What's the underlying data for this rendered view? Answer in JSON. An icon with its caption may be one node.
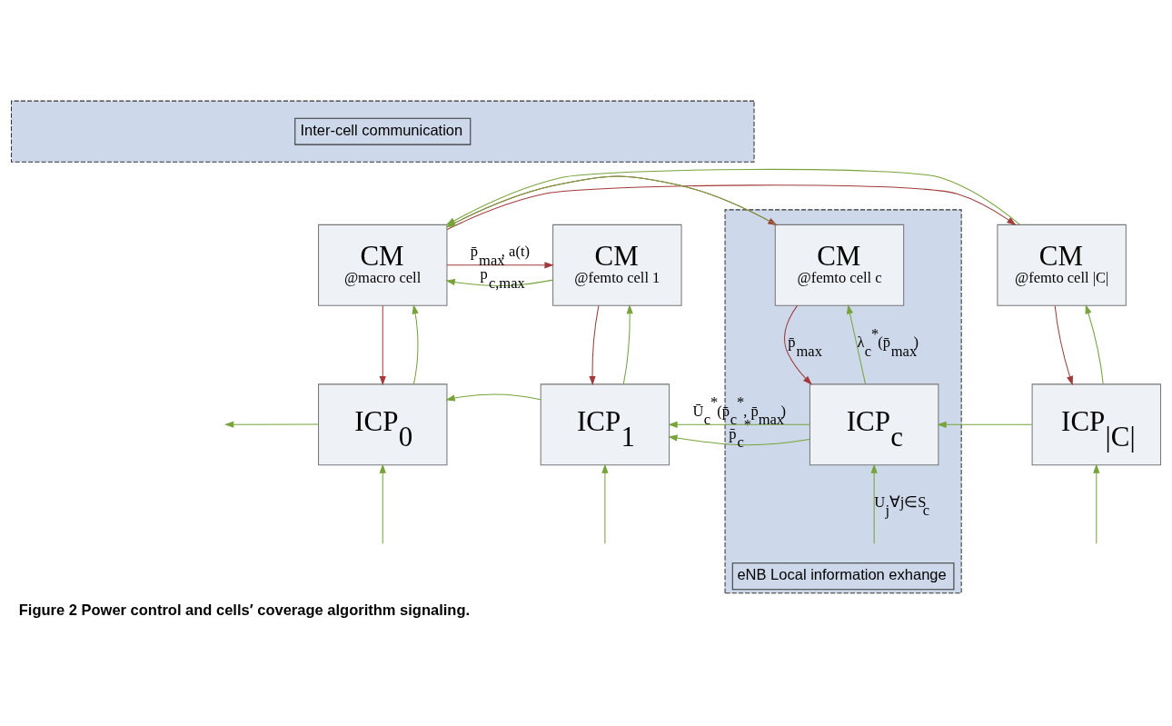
{
  "diagram": {
    "caption": "Figure 2 Power control and cells′ coverage algorithm signaling.",
    "nodes": [
      {
        "text": [
          "Inter-cell communication"
        ]
      },
      {
        "text": [
          "CM",
          "@macro cell"
        ]
      },
      {
        "text": [
          "CM",
          "@femto cell 1"
        ]
      },
      {
        "text": [
          "eNB Local information exhange"
        ]
      },
      {
        "text": [
          "CM",
          "@femto cell c"
        ],
        "in": 3
      },
      {
        "text": [
          "CM",
          "@femto cell |C|"
        ]
      },
      {
        "text": [
          "ICP$_{0}$"
        ]
      },
      {
        "text": [
          "ICP$_{1}$"
        ]
      },
      {
        "text": [
          "ICP$_{c}$"
        ],
        "in": 3
      },
      {
        "text": [
          "ICP$_{|C|}$"
        ]
      }
    ],
    "edges": [
      {
        "from": 1,
        "to": 2,
        "arrow": "to",
        "label": "p̄$_{max}$, a(t)",
        "color": "#a33a3a"
      },
      {
        "from": 1,
        "to": 4,
        "arrow": "to",
        "color": "#a33a3a"
      },
      {
        "from": 1,
        "to": 5,
        "arrow": "to",
        "color": "#a33a3a"
      },
      {
        "from": 2,
        "to": 1,
        "arrow": "to",
        "label": "p$_{c,max}$"
      },
      {
        "from": 4,
        "to": 1,
        "arrow": "to"
      },
      {
        "from": 5,
        "to": 1,
        "arrow": "to"
      },
      {
        "from": 1,
        "to": 6,
        "arrow": "to",
        "color": "#a33a3a"
      },
      {
        "from": 6,
        "to": 1,
        "arrow": "to"
      },
      {
        "from": 2,
        "to": 7,
        "arrow": "to",
        "color": "#a33a3a"
      },
      {
        "from": 7,
        "to": 2,
        "arrow": "to"
      },
      {
        "from": 4,
        "to": 8,
        "arrow": "to",
        "label": "p̄$_{max}$",
        "color": "#a33a3a"
      },
      {
        "from": 8,
        "to": 4,
        "arrow": "to",
        "label": "λ$_{c}$$^{*}$(p̄$_{max}$)"
      },
      {
        "from": 5,
        "to": 9,
        "arrow": "to",
        "color": "#a33a3a"
      },
      {
        "from": 9,
        "to": 5,
        "arrow": "to"
      },
      {
        "from": 6,
        "to": null,
        "arrow": "to"
      },
      {
        "from": 7,
        "to": 6,
        "arrow": "to"
      },
      {
        "from": 8,
        "to": 7,
        "arrow": "to",
        "label": "p̄$_{c}$$^{*}$"
      },
      {
        "from": 8,
        "to": 7,
        "arrow": "to",
        "label": "Ū$_{c}$$^{*}$(p̄$_{c}$$^{*}$, p̄$_{max}$)"
      },
      {
        "from": 9,
        "to": 8,
        "arrow": "to"
      },
      {
        "from": null,
        "to": 6,
        "arrow": "to"
      },
      {
        "from": null,
        "to": 7,
        "arrow": "to"
      },
      {
        "from": null,
        "to": 8,
        "arrow": "to",
        "label": "U$_{j}$∀j∈S$_{c}$"
      },
      {
        "from": null,
        "to": 9,
        "arrow": "to"
      }
    ]
  }
}
